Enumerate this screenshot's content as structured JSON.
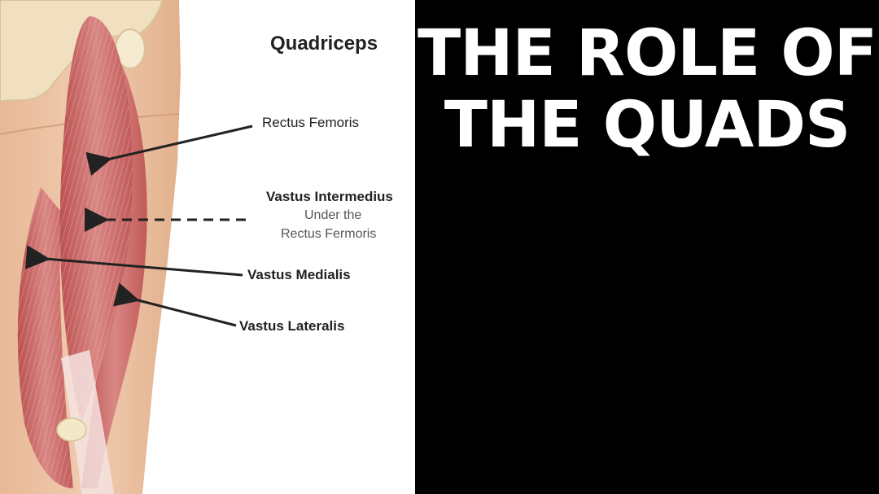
{
  "diagram": {
    "title": "Quadriceps",
    "labels": {
      "rectus_femoris": "Rectus Femoris",
      "vastus_intermedius": "Vastus Intermedius",
      "vastus_intermedius_note_1": "Under the",
      "vastus_intermedius_note_2": "Rectus Fermoris",
      "vastus_medialis": "Vastus Medialis",
      "vastus_lateralis": "Vastus Lateralis"
    }
  },
  "headline": {
    "line1": "THE ROLE OF",
    "line2": "THE QUADS"
  },
  "colors": {
    "skin": "#e9c3a3",
    "muscle": "#c96a68",
    "background_right": "#000000",
    "headline_text": "#ffffff"
  }
}
